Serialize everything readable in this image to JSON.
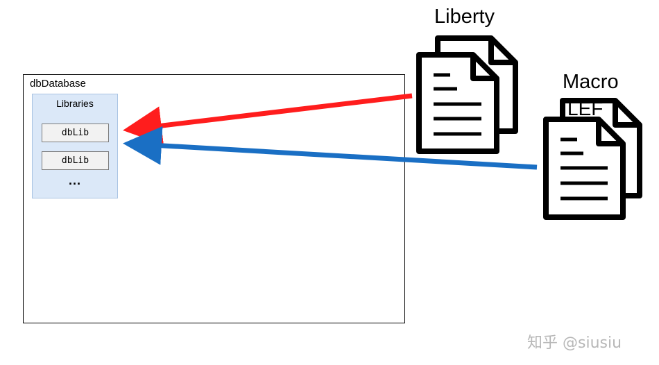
{
  "database": {
    "title": "dbDatabase",
    "libraries_title": "Libraries",
    "items": [
      "dbLib",
      "dbLib"
    ],
    "ellipsis": "..."
  },
  "files": {
    "liberty_label": "Liberty",
    "macro_label": "Macro",
    "lef_label": "LEF"
  },
  "arrows": {
    "liberty_color": "#ff1d1d",
    "macro_color": "#1a6fc4"
  },
  "icons": {
    "liberty": "document-stack-icon",
    "macro": "document-stack-icon"
  },
  "watermark": "知乎 @siusiu"
}
